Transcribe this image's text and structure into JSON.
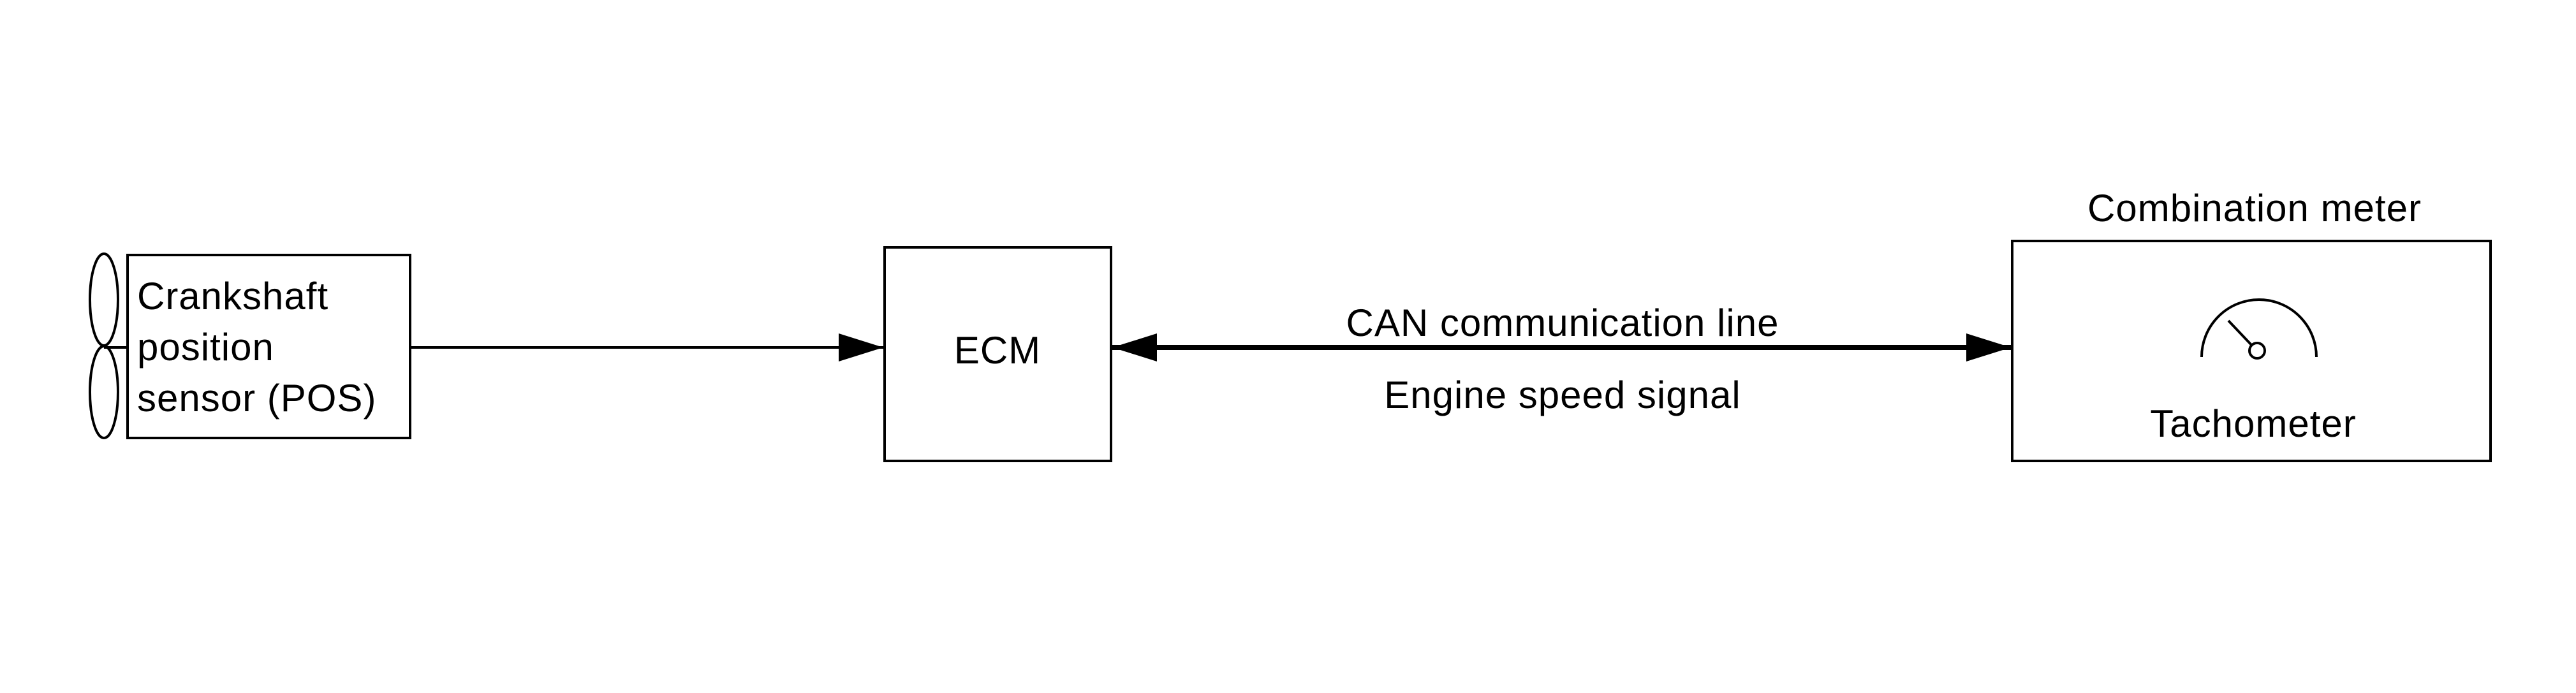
{
  "sensor": {
    "label_lines": [
      "Crankshaft",
      "position",
      "sensor (POS)"
    ]
  },
  "ecm": {
    "label": "ECM"
  },
  "can_line": {
    "label": "CAN communication line",
    "signal": "Engine speed signal"
  },
  "meter": {
    "title": "Combination meter",
    "gauge_label": "Tachometer",
    "gauge_icon": "tachometer-gauge-icon"
  },
  "colors": {
    "stroke": "#000000",
    "background": "#ffffff"
  }
}
